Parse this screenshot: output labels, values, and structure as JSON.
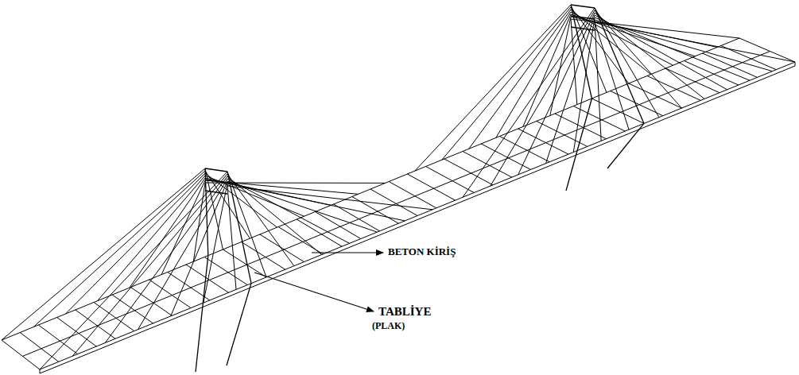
{
  "diagram": {
    "labels": [
      "BETON KİRİŞ",
      "TABLİYE",
      "(PLAK)"
    ]
  }
}
